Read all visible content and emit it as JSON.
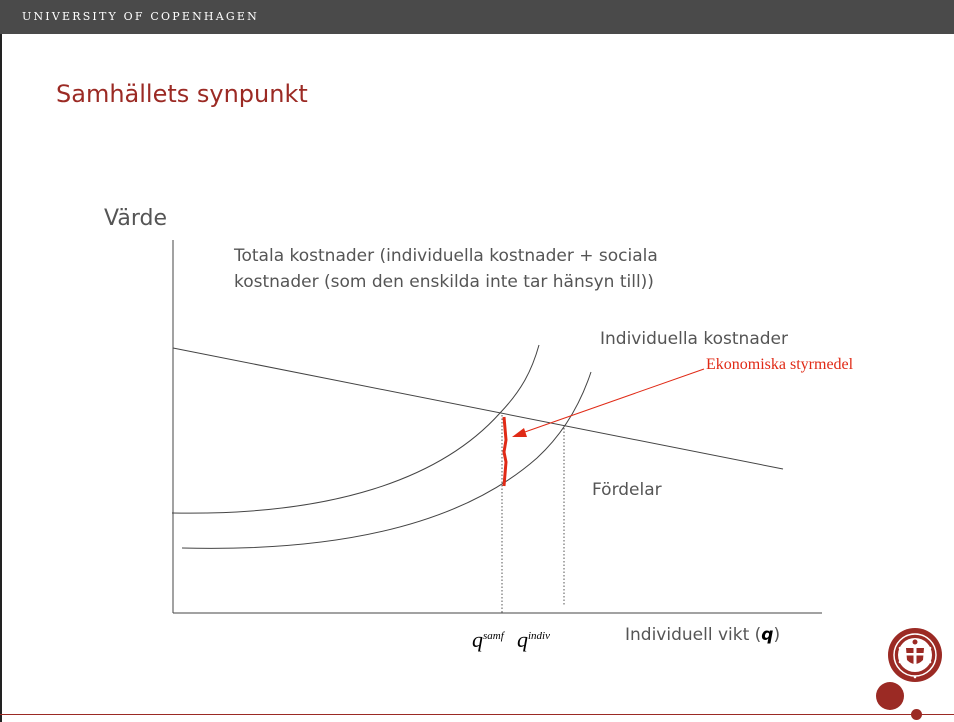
{
  "header": {
    "university": "UNIVERSITY OF COPENHAGEN"
  },
  "slide": {
    "title": "Samhällets synpunkt"
  },
  "diagram": {
    "y_axis_label": "Värde",
    "x_axis_label_prefix": "Individuell vikt (",
    "x_axis_label_symbol": "q",
    "x_axis_label_suffix": ")",
    "total_costs_label_line1": "Totala kostnader (individuella kostnader + sociala",
    "total_costs_label_line2": "kostnader (som den enskilda inte tar hänsyn till))",
    "individual_costs_label": "Individuella kostnader",
    "instruments_label": "Ekonomiska styrmedel",
    "benefits_label": "Fördelar",
    "q_samf_base": "q",
    "q_samf_sup": "samf",
    "q_indiv_base": "q",
    "q_indiv_sup": "indiv"
  },
  "colors": {
    "title": "#9b2a24",
    "header_bar": "#4a4a4a",
    "instrument_arrow": "#e02a16",
    "curves": "#444444"
  },
  "logo": {
    "icon": "university-seal-icon"
  }
}
